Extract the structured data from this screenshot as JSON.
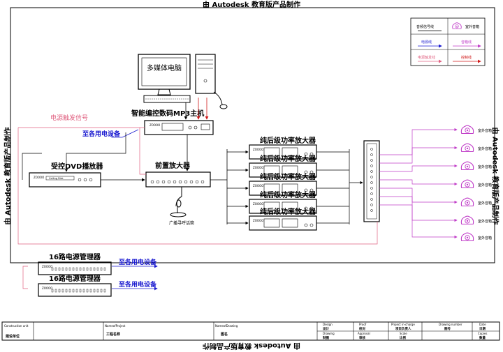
{
  "watermark": "由 Autodesk 教育版产品制作",
  "devices": {
    "pc": "多媒体电脑",
    "mp3_host": "智能编控数码MP3主机",
    "dvd": "受控DVD播放器",
    "preamp": "前置放大器",
    "mic": "广播寻呼话筒",
    "power_amp": "纯后级功率放大器",
    "power_manager": "16路电源管理器",
    "speaker": "室外音箱"
  },
  "labels": {
    "trigger_signal": "电源触发信号",
    "to_devices": "至各用电设备"
  },
  "legend": {
    "audio_line": "音频信号线",
    "power_line": "电源线",
    "trigger_line": "电源触发线",
    "outdoor_speaker": "室外音箱",
    "speaker_line": "音箱线",
    "control_line": "控制线"
  },
  "panel": {
    "brand": "ZOOOO",
    "dvd_text": "Ceiling Disk"
  },
  "title_block": {
    "construction_en": "Construction unit",
    "construction_cn": "建设单位",
    "project_en": "NameofProject",
    "project_cn": "工程名称",
    "drawing_en": "NameofDrawing",
    "drawing_cn": "图名",
    "design_en": "Design",
    "design_cn": "设计",
    "drawing2_en": "Drawing",
    "drawing2_cn": "制图",
    "proof_en": "Proof",
    "proof_cn": "校对",
    "approval_en": "Approval",
    "approval_cn": "审核",
    "pic_en": "Project in-charge",
    "pic_cn": "项目负责人",
    "scale_en": "Scale",
    "scale_cn": "比例",
    "dno_en": "Drawing number",
    "dno_cn": "图号",
    "date_en": "Date",
    "date_cn": "日期",
    "copies_en": "Copies",
    "copies_cn": "数量"
  },
  "colors": {
    "audio": "#000000",
    "power": "#1a1ad0",
    "trigger": "#e06080",
    "speaker": "#c03cc8",
    "control": "#d01818"
  }
}
